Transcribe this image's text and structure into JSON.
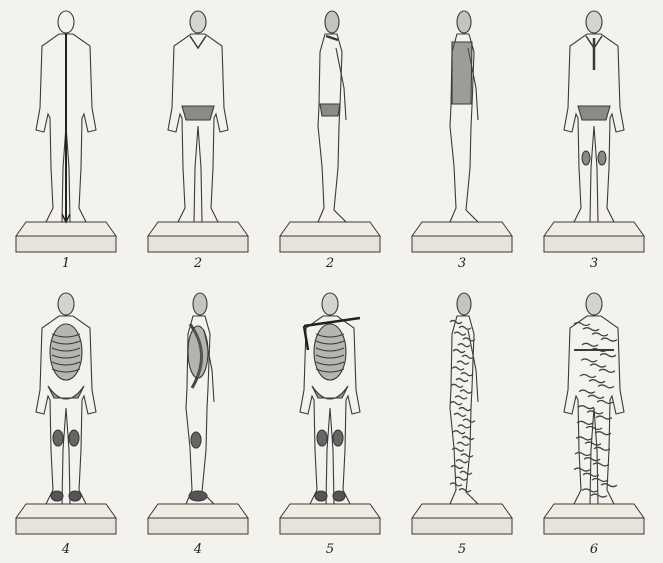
{
  "plate": {
    "figures": [
      {
        "id": "f1",
        "caption": "1",
        "row": 1,
        "view": "front",
        "detail": "line"
      },
      {
        "id": "f2a",
        "caption": "2",
        "row": 1,
        "view": "front",
        "detail": "pelvis"
      },
      {
        "id": "f2b",
        "caption": "2",
        "row": 1,
        "view": "side",
        "detail": "pelvis"
      },
      {
        "id": "f3a",
        "caption": "3",
        "row": 1,
        "view": "side",
        "detail": "torso"
      },
      {
        "id": "f3b",
        "caption": "3",
        "row": 1,
        "view": "front",
        "detail": "organs"
      },
      {
        "id": "f4a",
        "caption": "4",
        "row": 2,
        "view": "front",
        "detail": "skeleton"
      },
      {
        "id": "f4b",
        "caption": "4",
        "row": 2,
        "view": "side",
        "detail": "skeleton"
      },
      {
        "id": "f5a",
        "caption": "5",
        "row": 2,
        "view": "front",
        "detail": "skeleton-bar"
      },
      {
        "id": "f5b",
        "caption": "5",
        "row": 2,
        "view": "side",
        "detail": "muscles"
      },
      {
        "id": "f6",
        "caption": "6",
        "row": 2,
        "view": "front",
        "detail": "muscles"
      }
    ],
    "colors": {
      "ink": "#3a3a3a",
      "shade": "#6b6b6b",
      "paper": "#f4f2ec",
      "base": "#e6e3da"
    }
  }
}
